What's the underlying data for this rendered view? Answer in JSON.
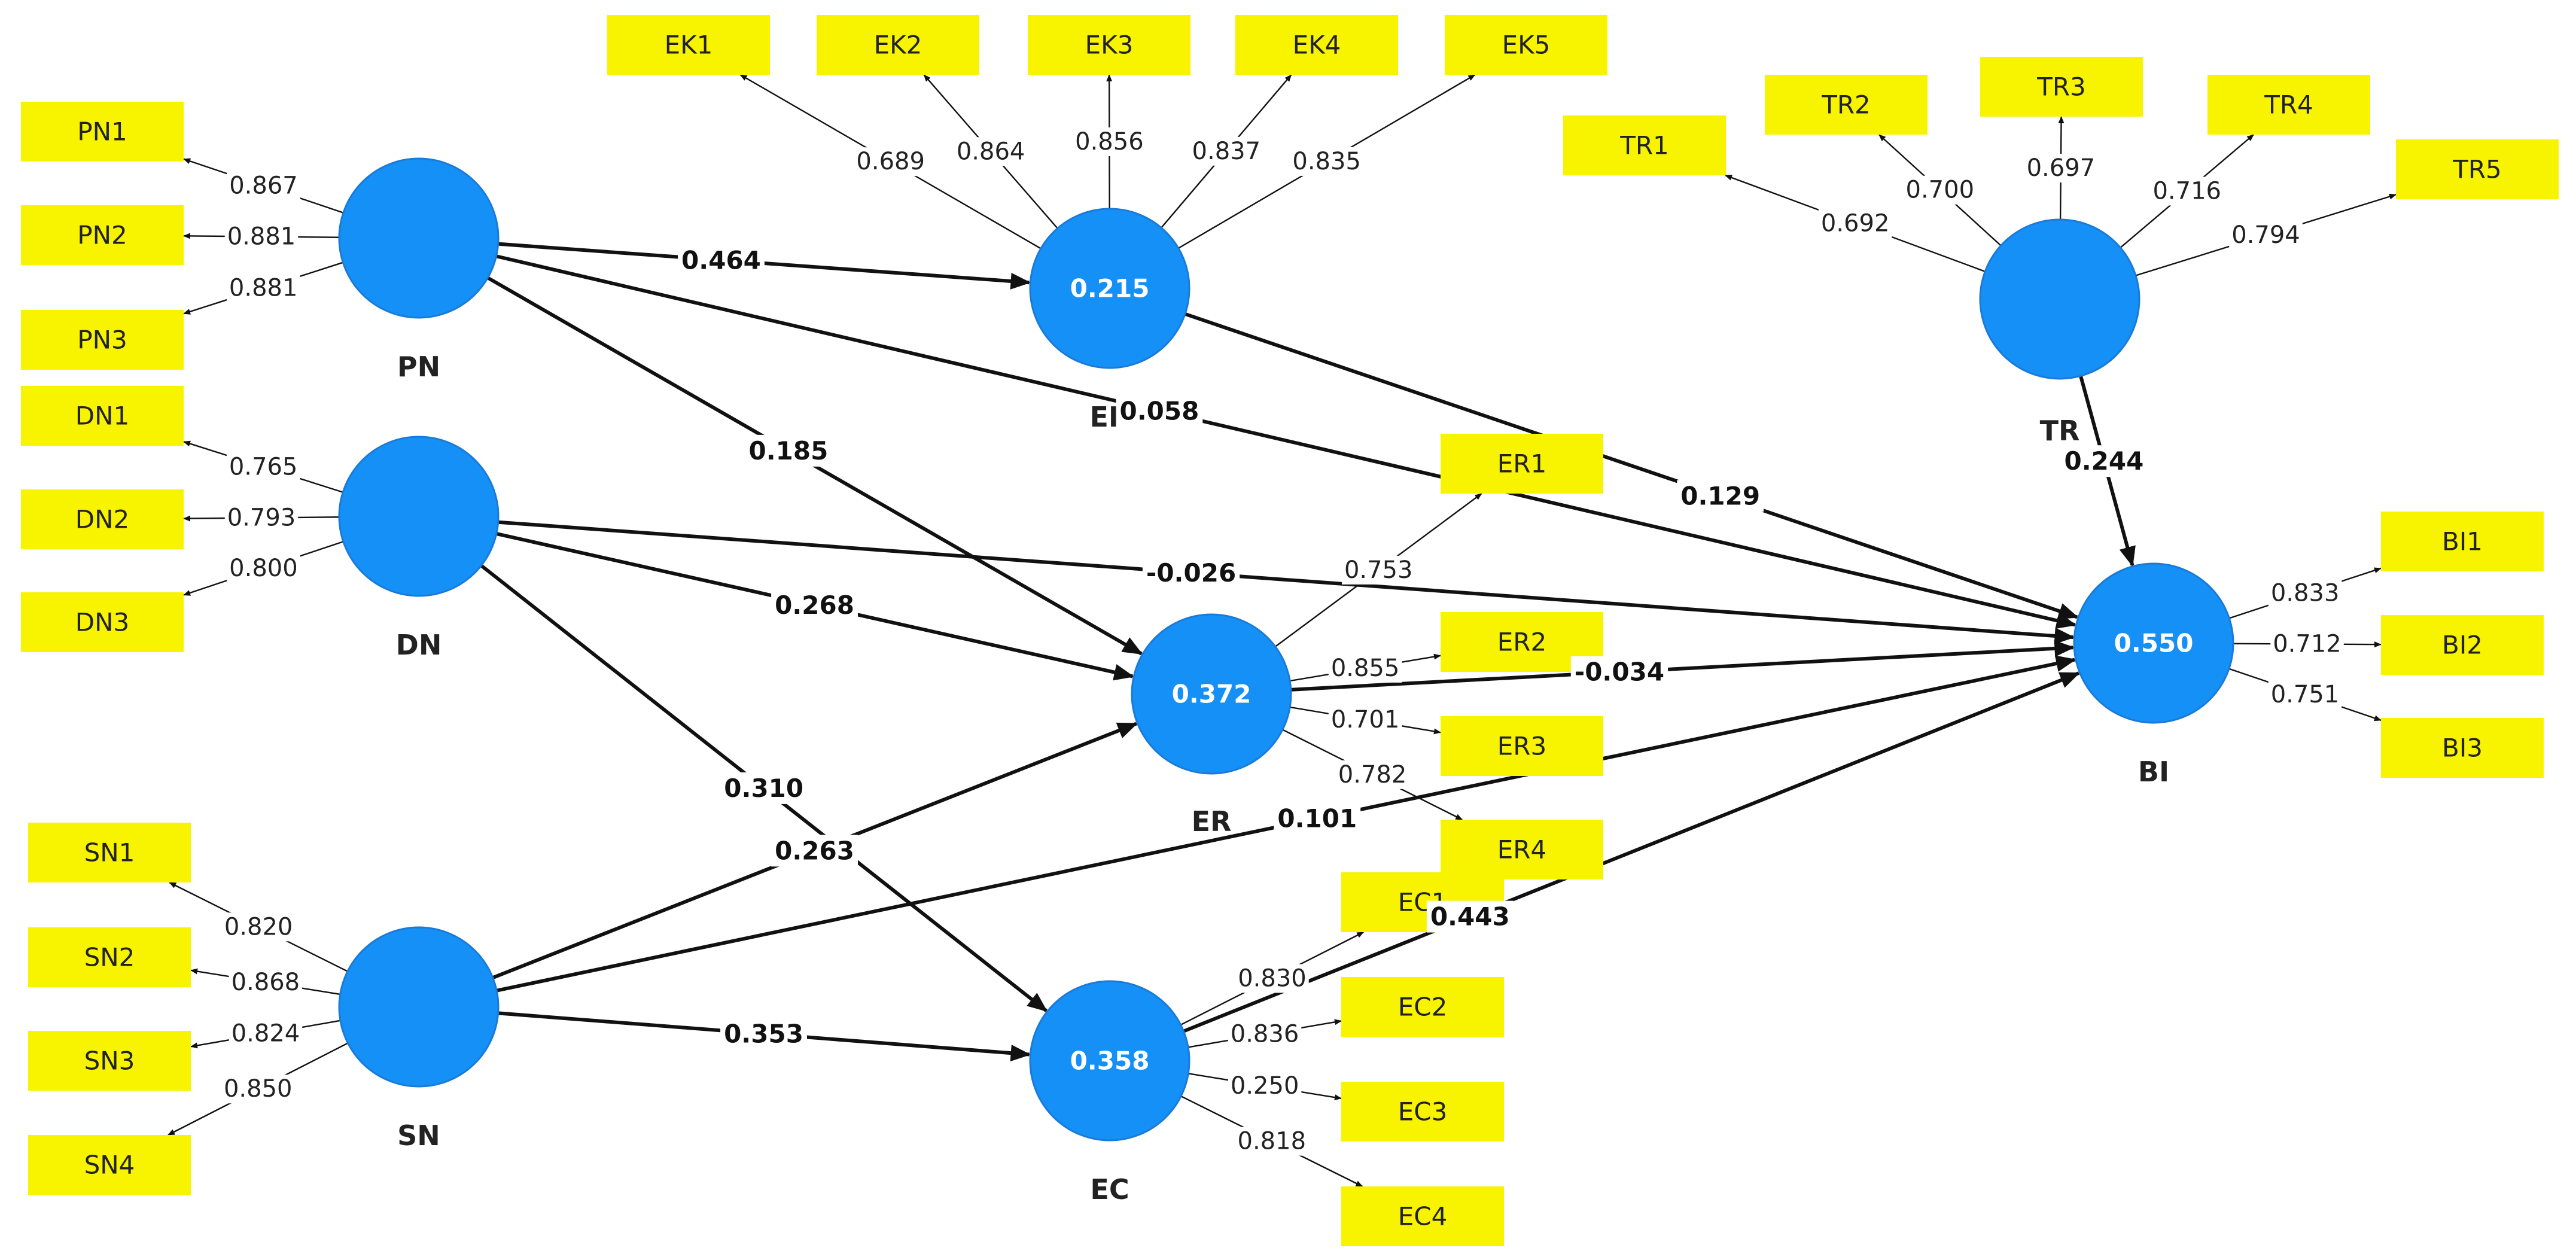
{
  "colors": {
    "node_fill": "#1590f6",
    "indicator_fill": "#f8f400",
    "line": "#111111",
    "label_bg": "#ffffff"
  },
  "constructs": [
    {
      "id": "PN",
      "name": "PN",
      "r2": ""
    },
    {
      "id": "DN",
      "name": "DN",
      "r2": ""
    },
    {
      "id": "SN",
      "name": "SN",
      "r2": ""
    },
    {
      "id": "EK",
      "name": "EK",
      "r2": "0.215"
    },
    {
      "id": "ER",
      "name": "ER",
      "r2": "0.372"
    },
    {
      "id": "EC",
      "name": "EC",
      "r2": "0.358"
    },
    {
      "id": "TR",
      "name": "TR",
      "r2": ""
    },
    {
      "id": "BI",
      "name": "BI",
      "r2": "0.550"
    }
  ],
  "indicators": [
    {
      "id": "PN1",
      "construct": "PN",
      "loading": "0.867"
    },
    {
      "id": "PN2",
      "construct": "PN",
      "loading": "0.881"
    },
    {
      "id": "PN3",
      "construct": "PN",
      "loading": "0.881"
    },
    {
      "id": "DN1",
      "construct": "DN",
      "loading": "0.765"
    },
    {
      "id": "DN2",
      "construct": "DN",
      "loading": "0.793"
    },
    {
      "id": "DN3",
      "construct": "DN",
      "loading": "0.800"
    },
    {
      "id": "SN1",
      "construct": "SN",
      "loading": "0.820"
    },
    {
      "id": "SN2",
      "construct": "SN",
      "loading": "0.868"
    },
    {
      "id": "SN3",
      "construct": "SN",
      "loading": "0.824"
    },
    {
      "id": "SN4",
      "construct": "SN",
      "loading": "0.850"
    },
    {
      "id": "EK1",
      "construct": "EK",
      "loading": "0.689"
    },
    {
      "id": "EK2",
      "construct": "EK",
      "loading": "0.864"
    },
    {
      "id": "EK3",
      "construct": "EK",
      "loading": "0.856"
    },
    {
      "id": "EK4",
      "construct": "EK",
      "loading": "0.837"
    },
    {
      "id": "EK5",
      "construct": "EK",
      "loading": "0.835"
    },
    {
      "id": "TR1",
      "construct": "TR",
      "loading": "0.692"
    },
    {
      "id": "TR2",
      "construct": "TR",
      "loading": "0.700"
    },
    {
      "id": "TR3",
      "construct": "TR",
      "loading": "0.697"
    },
    {
      "id": "TR4",
      "construct": "TR",
      "loading": "0.716"
    },
    {
      "id": "TR5",
      "construct": "TR",
      "loading": "0.794"
    },
    {
      "id": "ER1",
      "construct": "ER",
      "loading": "0.753"
    },
    {
      "id": "ER2",
      "construct": "ER",
      "loading": "0.855"
    },
    {
      "id": "ER3",
      "construct": "ER",
      "loading": "0.701"
    },
    {
      "id": "ER4",
      "construct": "ER",
      "loading": "0.782"
    },
    {
      "id": "EC1",
      "construct": "EC",
      "loading": "0.830"
    },
    {
      "id": "EC2",
      "construct": "EC",
      "loading": "0.836"
    },
    {
      "id": "EC3",
      "construct": "EC",
      "loading": "0.250"
    },
    {
      "id": "EC4",
      "construct": "EC",
      "loading": "0.818"
    },
    {
      "id": "BI1",
      "construct": "BI",
      "loading": "0.833"
    },
    {
      "id": "BI2",
      "construct": "BI",
      "loading": "0.712"
    },
    {
      "id": "BI3",
      "construct": "BI",
      "loading": "0.751"
    }
  ],
  "paths": [
    {
      "from": "PN",
      "to": "EK",
      "coef": "0.464"
    },
    {
      "from": "PN",
      "to": "ER",
      "coef": "0.185"
    },
    {
      "from": "PN",
      "to": "BI",
      "coef": "0.058"
    },
    {
      "from": "DN",
      "to": "ER",
      "coef": "0.268"
    },
    {
      "from": "DN",
      "to": "EC",
      "coef": "0.310"
    },
    {
      "from": "DN",
      "to": "BI",
      "coef": "-0.026"
    },
    {
      "from": "SN",
      "to": "ER",
      "coef": "0.263"
    },
    {
      "from": "SN",
      "to": "EC",
      "coef": "0.353"
    },
    {
      "from": "SN",
      "to": "BI",
      "coef": "0.101"
    },
    {
      "from": "EK",
      "to": "BI",
      "coef": "0.129"
    },
    {
      "from": "ER",
      "to": "BI",
      "coef": "-0.034"
    },
    {
      "from": "EC",
      "to": "BI",
      "coef": "0.443"
    },
    {
      "from": "TR",
      "to": "BI",
      "coef": "0.244"
    }
  ]
}
